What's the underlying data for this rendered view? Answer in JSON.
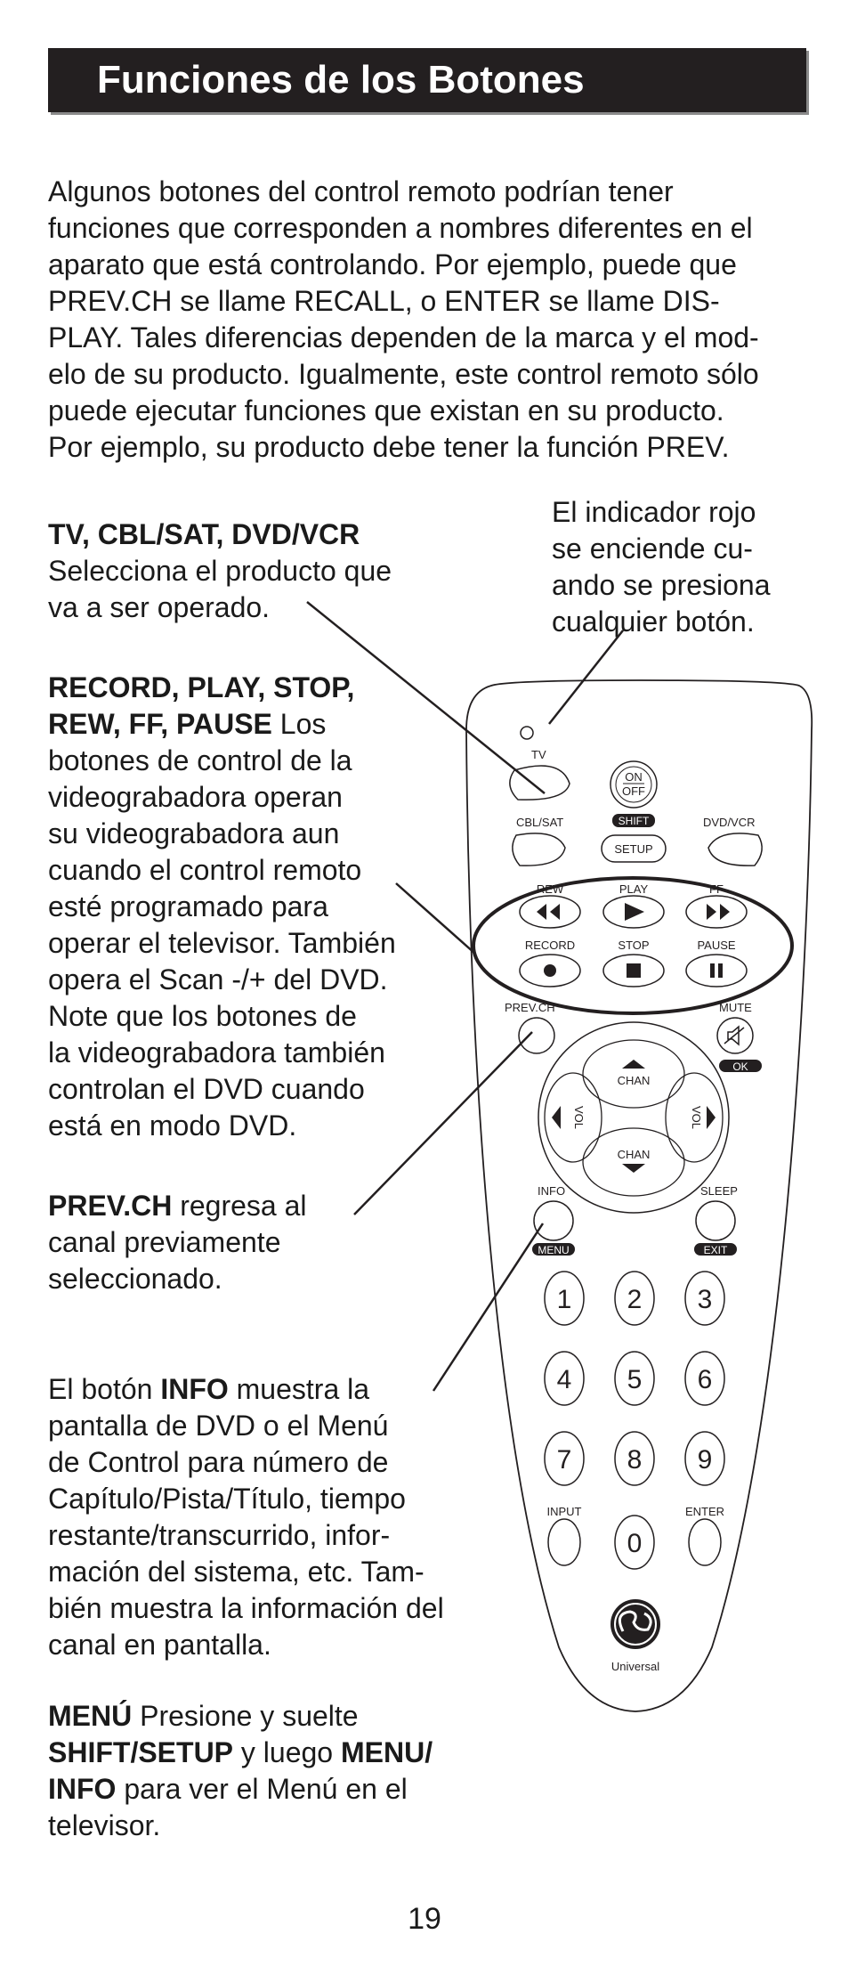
{
  "header": {
    "title": "Funciones de los Botones"
  },
  "intro": [
    "Algunos botones del control remoto podrían tener",
    "funciones que corresponden a nombres diferentes en el",
    "aparato que está controlando. Por ejemplo, puede que",
    "PREV.CH se llame RECALL, o ENTER se llame DIS-",
    "PLAY. Tales diferencias dependen de la marca y el mod-",
    "elo de su producto. Igualmente, este control remoto sólo",
    "puede ejecutar funciones que existan en su producto.",
    "Por ejemplo, su producto debe tener la función PREV."
  ],
  "led_note": [
    "El indicador rojo",
    "se enciende cu-",
    "ando se presiona",
    "cualquier botón."
  ],
  "tv_block": {
    "heading": "TV, CBL/SAT, DVD/VCR",
    "lines": [
      "Selecciona el producto que",
      "va a ser operado."
    ]
  },
  "record_block": {
    "heading1": "RECORD, PLAY, STOP,",
    "heading2": "REW, FF, PAUSE",
    "heading2_tail": " Los",
    "lines": [
      "botones de control de la",
      "videograbadora operan",
      "su videograbadora aun",
      "cuando el control remoto",
      "esté programado para",
      "operar el televisor. También",
      "opera el Scan -/+ del DVD.",
      "Note que los botones de",
      "la videograbadora también",
      "controlan el DVD cuando",
      "está en modo DVD."
    ]
  },
  "prevch_block": {
    "heading": "PREV.CH",
    "heading_tail": " regresa al",
    "lines": [
      "canal previamente",
      "seleccionado."
    ]
  },
  "info_block": {
    "pre": "El botón ",
    "bold": "INFO",
    "post": " muestra la",
    "lines": [
      "pantalla de DVD o el Menú",
      "de Control para número de",
      "Capítulo/Pista/Título, tiempo",
      "restante/transcurrido, infor-",
      "mación del sistema, etc. Tam-",
      "bién muestra la información del",
      "canal en pantalla."
    ]
  },
  "menu_block": {
    "l1_bold": "MENÚ",
    "l1_rest": " Presione y suelte",
    "l2_bold": "SHIFT/SETUP",
    "l2_rest": " y luego ",
    "l2_bold2": "MENU/",
    "l3_bold": "INFO",
    "l3_rest": " para ver el Menú en el",
    "l4": "televisor."
  },
  "remote": {
    "tv": "TV",
    "on": "ON",
    "off": "OFF",
    "shift": "SHIFT",
    "setup": "SETUP",
    "cbl_sat": "CBL/SAT",
    "dvd_vcr": "DVD/VCR",
    "rew": "REW",
    "play": "PLAY",
    "ff": "FF",
    "record": "RECORD",
    "stop": "STOP",
    "pause": "PAUSE",
    "prev_ch": "PREV.CH",
    "mute": "MUTE",
    "ok": "OK",
    "chan": "CHAN",
    "vol": "VOL",
    "info": "INFO",
    "menu": "MENU",
    "sleep": "SLEEP",
    "exit": "EXIT",
    "digits": [
      "1",
      "2",
      "3",
      "4",
      "5",
      "6",
      "7",
      "8",
      "9",
      "0"
    ],
    "input": "INPUT",
    "enter": "ENTER",
    "brand": "Universal"
  },
  "page_number": "19"
}
